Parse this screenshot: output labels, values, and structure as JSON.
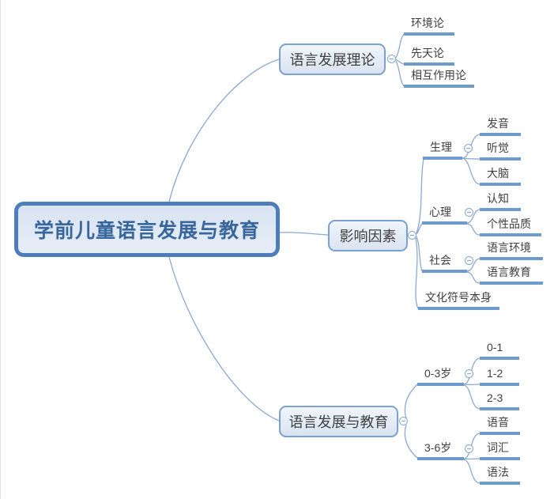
{
  "root": {
    "label": "学前儿童语言发展与教育"
  },
  "branches": [
    {
      "label": "语言发展理论",
      "children": [
        {
          "label": "环境论"
        },
        {
          "label": "先天论"
        },
        {
          "label": "相互作用论"
        }
      ]
    },
    {
      "label": "影响因素",
      "children": [
        {
          "label": "生理",
          "children": [
            {
              "label": "发音"
            },
            {
              "label": "听觉"
            },
            {
              "label": "大脑"
            }
          ]
        },
        {
          "label": "心理",
          "children": [
            {
              "label": "认知"
            },
            {
              "label": "个性品质"
            }
          ]
        },
        {
          "label": "社会",
          "children": [
            {
              "label": "语言环境"
            },
            {
              "label": "语言教育"
            }
          ]
        },
        {
          "label": "文化符号本身",
          "children": []
        }
      ]
    },
    {
      "label": "语言发展与教育",
      "children": [
        {
          "label": "0-3岁",
          "children": [
            {
              "label": "0-1"
            },
            {
              "label": "1-2"
            },
            {
              "label": "2-3"
            }
          ]
        },
        {
          "label": "3-6岁",
          "children": [
            {
              "label": "语音"
            },
            {
              "label": "词汇"
            },
            {
              "label": "语法"
            }
          ]
        }
      ]
    }
  ],
  "colors": {
    "background": "#ffffff",
    "root_border": "#4d7ebc",
    "root_fill": "#dde7f3",
    "root_text": "#38679e",
    "branch_border": "#7ba1d2",
    "branch_fill": "#e3eaf5",
    "branch_text": "#404040",
    "leaf_text": "#3f3f3f",
    "leaf_underline": "#6f9ace",
    "connector": "#8ca9d1",
    "toggle_stroke": "#85a8d4"
  },
  "icons": {
    "collapse_toggle": "minus-in-circle"
  }
}
